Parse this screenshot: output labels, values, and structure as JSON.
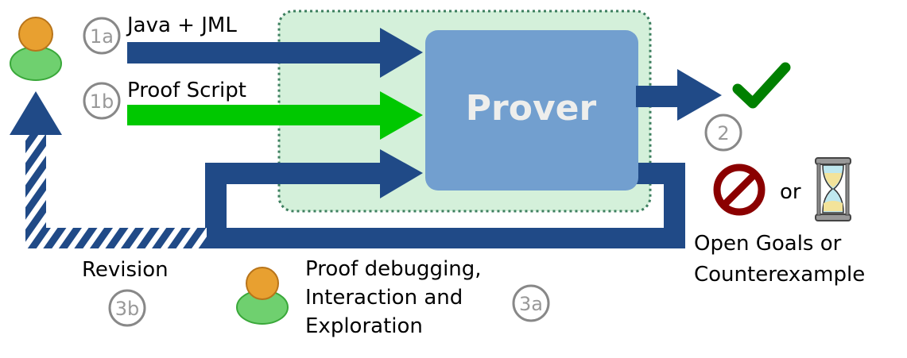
{
  "labels": {
    "java_jml": "Java + JML",
    "proof_script": "Proof Script",
    "prover": "Prover",
    "revision": "Revision",
    "debug_line1": "Proof debugging,",
    "debug_line2": "Interaction and",
    "debug_line3": "Exploration",
    "or": "or",
    "open_goals_line1": "Open Goals or",
    "open_goals_line2": "Counterexample"
  },
  "steps": {
    "s1a": "1a",
    "s1b": "1b",
    "s2": "2",
    "s3a": "3a",
    "s3b": "3b"
  },
  "icons": [
    "user-icon",
    "checkmark-icon",
    "prohibited-icon",
    "hourglass-icon"
  ],
  "colors": {
    "arrow_blue": "#204a87",
    "arrow_green": "#00c800",
    "prover_fill": "#729fcf",
    "zone_fill": "#d4f0da",
    "check": "#008000",
    "no_sign": "#8b0000"
  }
}
